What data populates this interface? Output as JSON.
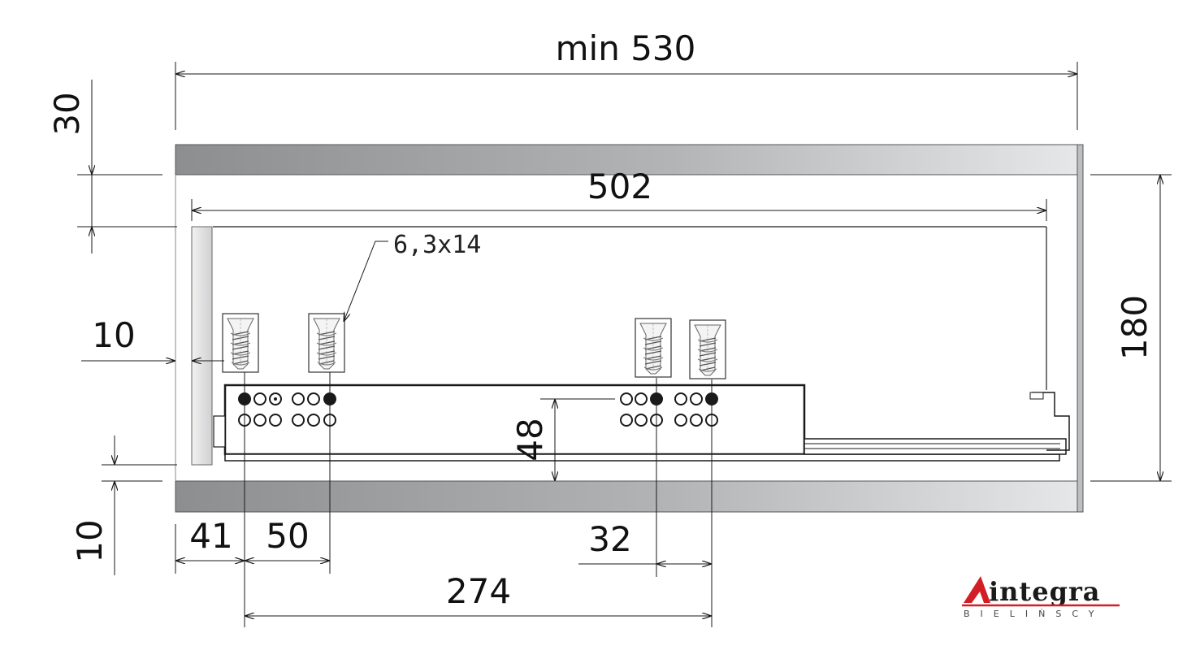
{
  "dimensions": {
    "overall_width": "min 530",
    "top_offset": "30",
    "inner_width": "502",
    "side_offset": "10",
    "height": "180",
    "rail_height": "48",
    "bottom_offset": "10",
    "first_hole": "41",
    "hole_spacing": "50",
    "pair_spacing": "32",
    "total_span": "274"
  },
  "callout": {
    "screw_size": "6,3x14"
  },
  "logo": {
    "brand": "integra",
    "sub": "BIELIŃSCY"
  },
  "colors": {
    "panel_dark": "#8e8f91",
    "panel_light": "#e4e5e6",
    "line": "#1a1a1a",
    "logo_red": "#d21f26"
  }
}
